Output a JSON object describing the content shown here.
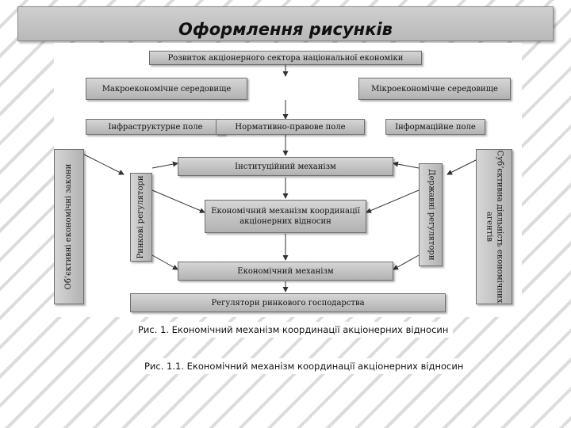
{
  "title": "Оформлення рисунків",
  "diagram": {
    "top_box": "Розвиток акціонерного сектора національної економіки",
    "macro_env": "Макроекономічне середовище",
    "micro_env": "Мікроекономічне середовище",
    "infra_field": "Інфраструктурне поле",
    "legal_field": "Нормативно-правове поле",
    "info_field": "Інформаційне поле",
    "left_outer": "Об’єктивні економічні закони",
    "left_inner": "Ринкові регулятори",
    "right_inner": "Державні регулятори",
    "right_outer_line1": "Суб’єктивна діяльність економічних",
    "right_outer_line2": "агентів",
    "institutional": "Інституційний механізм",
    "coordination": "Економічний механізм координації акціонерних відносин",
    "economic": "Економічний механізм",
    "regulators": "Регулятори ринкового господарства"
  },
  "captions": {
    "caption1": "Рис. 1. Економічний механізм координації акціонерних відносин",
    "caption2": "Рис. 1.1. Економічний механізм координації акціонерних відносин"
  }
}
